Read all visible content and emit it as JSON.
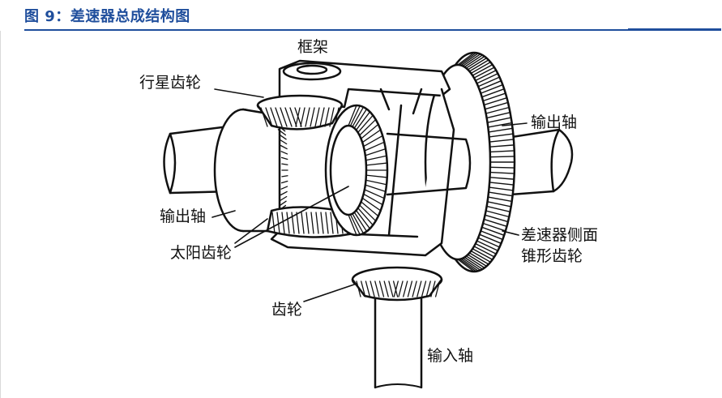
{
  "figure": {
    "title": "图 9：差速器总成结构图"
  },
  "labels": {
    "frame": "框架",
    "planet_gear": "行星齿轮",
    "output_shaft_right": "输出轴",
    "output_shaft_left": "输出轴",
    "sun_gear": "太阳齿轮",
    "side_bevel_line1": "差速器侧面",
    "side_bevel_line2": "锥形齿轮",
    "gear": "齿轮",
    "input_shaft": "输入轴"
  }
}
